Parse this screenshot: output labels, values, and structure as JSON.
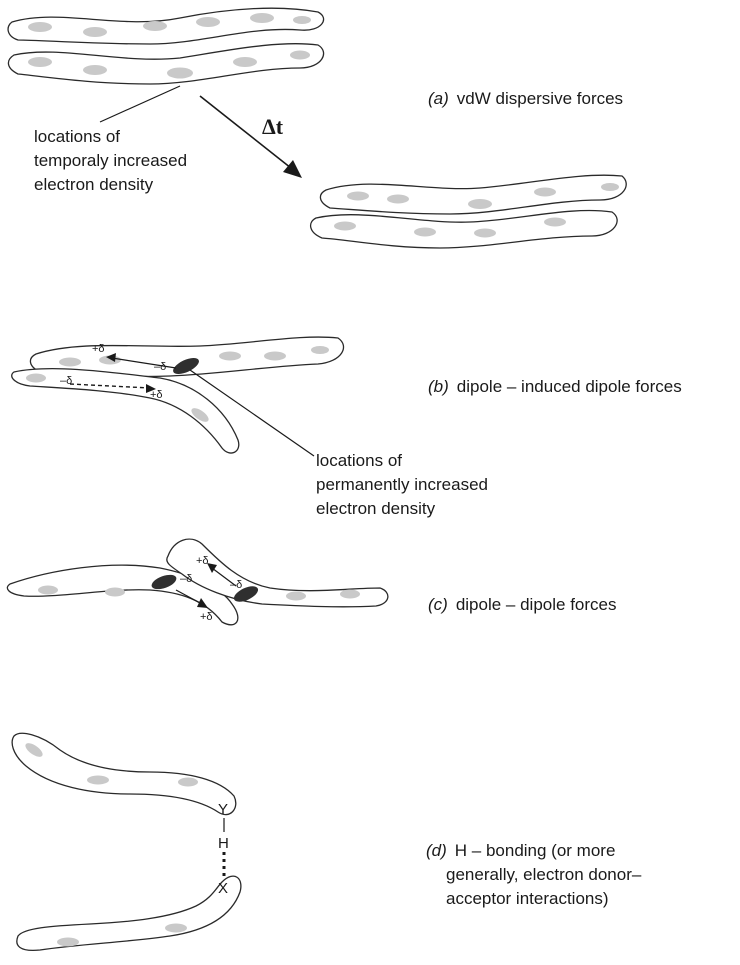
{
  "panels": {
    "a": {
      "letter": "(a)",
      "caption": "vdW dispersive forces",
      "time_symbol": "Δt",
      "callout": [
        "locations of",
        "temporaly increased",
        "electron density"
      ]
    },
    "b": {
      "letter": "(b)",
      "caption": "dipole – induced dipole forces",
      "charge_pos": "+δ",
      "charge_neg": "–δ",
      "callout": [
        "locations of",
        "permanently increased",
        "electron density"
      ]
    },
    "c": {
      "letter": "(c)",
      "caption": "dipole – dipole forces",
      "charge_pos": "+δ",
      "charge_neg": "–δ"
    },
    "d": {
      "letter": "(d)",
      "caption_lines": [
        "H – bonding (or more",
        "generally, electron donor–",
        "acceptor interactions)"
      ],
      "atom_y": "Y",
      "atom_h": "H",
      "atom_x": "X"
    }
  }
}
